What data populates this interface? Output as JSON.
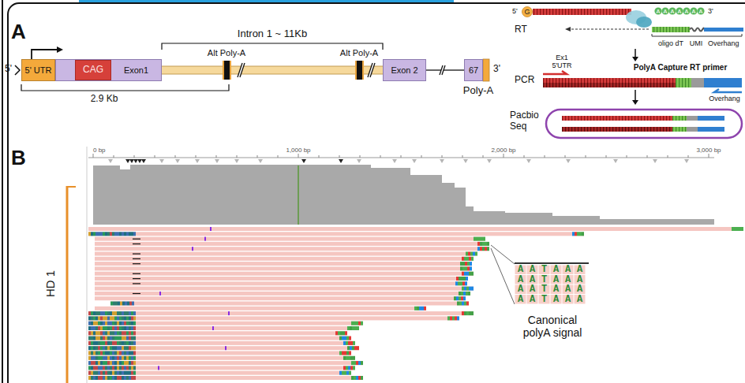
{
  "diagram": {
    "nodes": [
      {
        "text": [
          "5' UTR"
        ]
      },
      {
        "text": [
          "Exon1"
        ]
      },
      {
        "text": [
          "CAG"
        ],
        "in": 1
      },
      {
        "text": [
          "Exon 2"
        ]
      },
      {
        "text": [
          "67"
        ]
      }
    ],
    "edges": [
      {
        "from": 1,
        "to": 3,
        "arrow": "none"
      },
      {
        "from": 3,
        "to": 4,
        "arrow": "none"
      }
    ],
    "labels": [
      "A",
      "5'",
      "Intron 1 ~ 11Kb",
      "Alt Poly-A",
      "Alt Poly-A",
      "3'",
      "Poly-A",
      "2.9 Kb",
      "5'",
      "G",
      "AAAAAAA",
      "3'",
      "RT",
      "oligo dT",
      "UMI",
      "Overhang",
      "PolyA Capture RT primer",
      "Ex1 5'UTR",
      "PCR",
      "Overhang",
      "Pacbio Seq",
      "B",
      "HD 1",
      "0 bp",
      "1,000 bp",
      "2,000 bp",
      "3,000 bp",
      "AATAAA",
      "AATAAA",
      "AATAAA",
      "AATAAA",
      "Canonical polyA signal"
    ]
  }
}
